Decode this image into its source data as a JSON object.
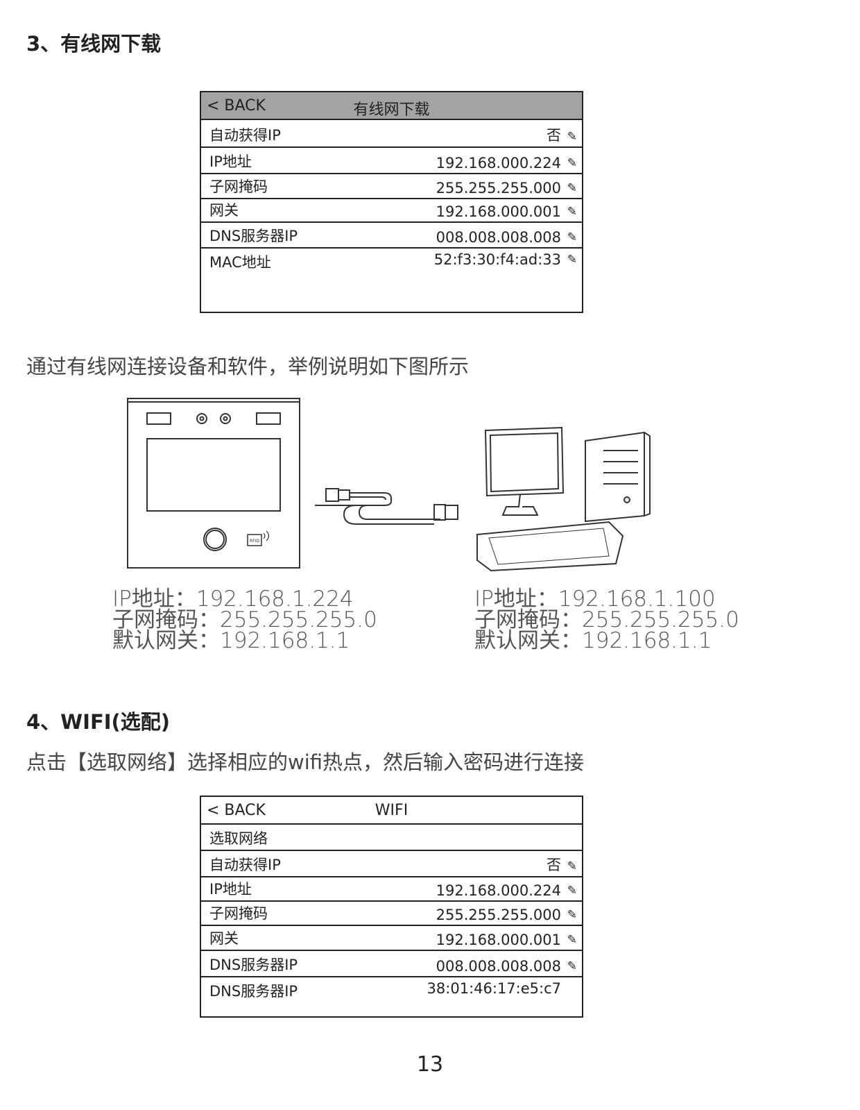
{
  "section3": {
    "heading": "3、有线网下载",
    "panel": {
      "back": "< BACK",
      "title": "有线网下载",
      "rows": [
        {
          "label": "自动获得IP",
          "value": "否"
        },
        {
          "label": "IP地址",
          "value": "192.168.000.224"
        },
        {
          "label": "子网掩码",
          "value": "255.255.255.000"
        },
        {
          "label": "网关",
          "value": "192.168.000.001"
        },
        {
          "label": "DNS服务器IP",
          "value": "008.008.008.008"
        },
        {
          "label": "MAC地址",
          "value": "52:f3:30:f4:ad:33"
        }
      ]
    },
    "intro": "通过有线网连接设备和软件，举例说明如下图所示",
    "device": {
      "rfid": "RFID",
      "lines": [
        "IP地址：192.168.1.224",
        "子网掩码：255.255.255.0",
        "默认网关：192.168.1.1"
      ]
    },
    "pc": {
      "lines": [
        "IP地址：192.168.1.100",
        "子网掩码：255.255.255.0",
        "默认网关：192.168.1.1"
      ]
    }
  },
  "section4": {
    "heading": "4、WIFI(选配)",
    "intro": "点击【选取网络】选择相应的wifi热点，然后输入密码进行连接",
    "panel": {
      "back": "< BACK",
      "title": "WIFI",
      "rows": [
        {
          "label": "选取网络",
          "value": ""
        },
        {
          "label": "自动获得IP",
          "value": "否"
        },
        {
          "label": "IP地址",
          "value": "192.168.000.224"
        },
        {
          "label": "子网掩码",
          "value": "255.255.255.000"
        },
        {
          "label": "网关",
          "value": "192.168.000.001"
        },
        {
          "label": "DNS服务器IP",
          "value": "008.008.008.008"
        },
        {
          "label": "DNS服务器IP",
          "value": "38:01:46:17:e5:c7"
        }
      ]
    }
  },
  "page_number": "13"
}
